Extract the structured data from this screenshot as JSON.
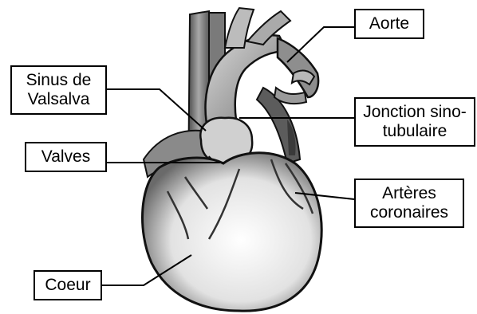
{
  "labels": {
    "aorte": "Aorte",
    "sinus_line1": "Sinus de",
    "sinus_line2": "Valsalva",
    "jonction_line1": "Jonction sino-",
    "jonction_line2": "tubulaire",
    "valves": "Valves",
    "arteres_line1": "Artères",
    "arteres_line2": "coronaires",
    "coeur": "Coeur"
  }
}
